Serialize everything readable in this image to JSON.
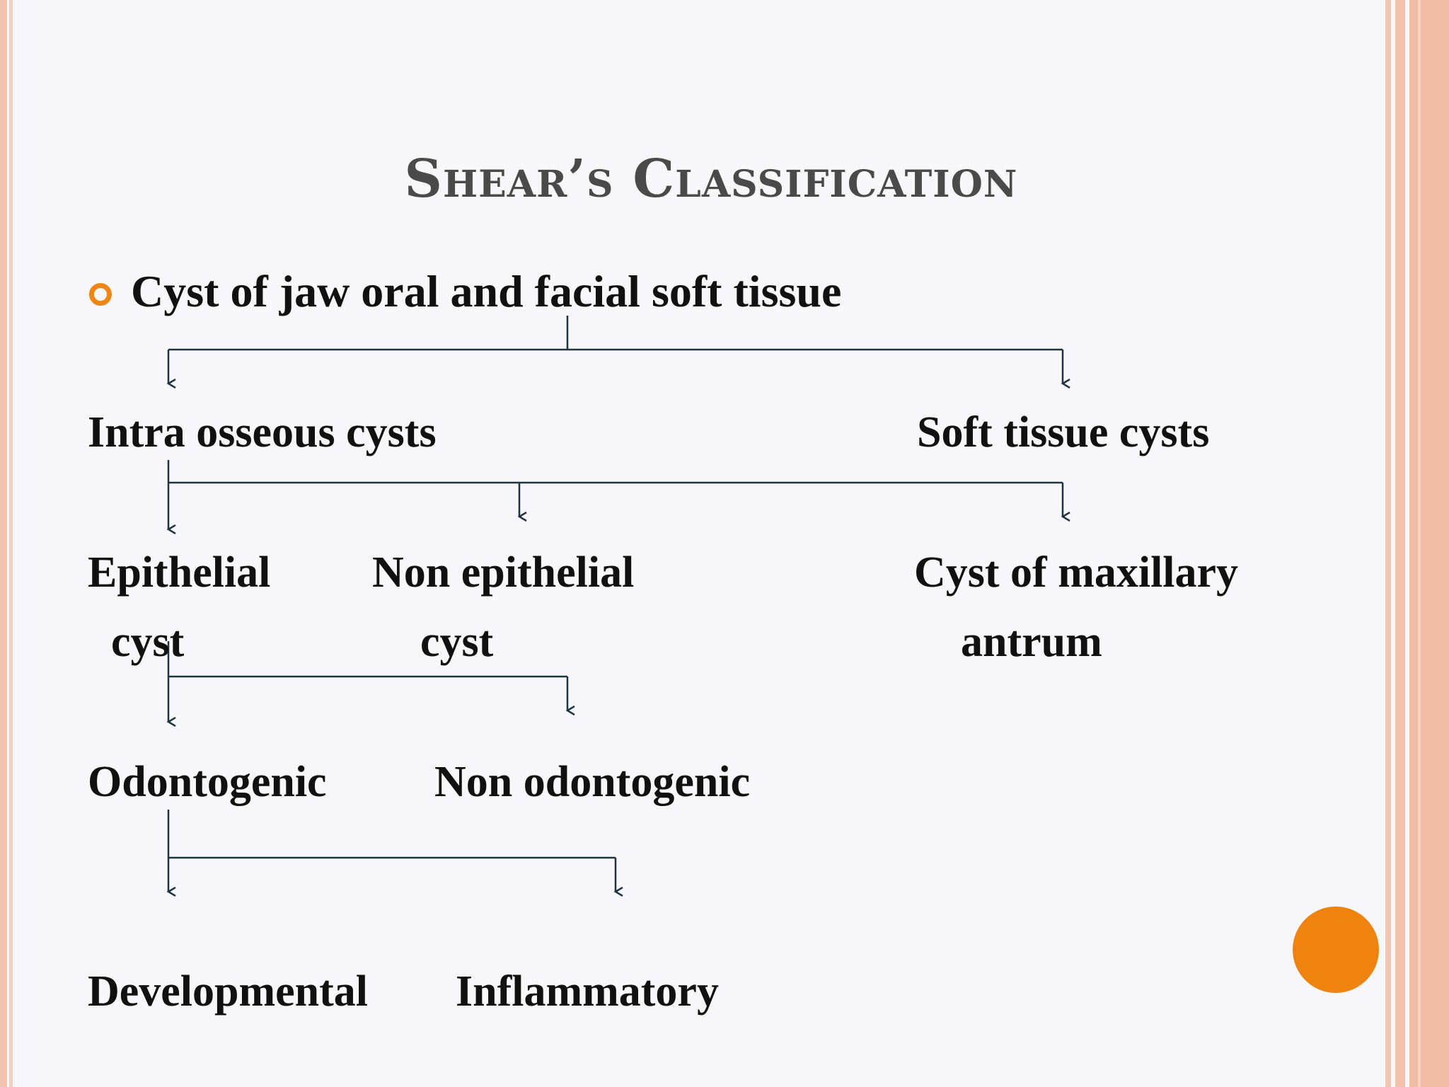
{
  "title": "Shear’s Classification",
  "root": "Cyst of jaw oral and facial soft tissue",
  "level1": {
    "left": "Intra osseous cysts",
    "right": "Soft tissue cysts"
  },
  "level2": {
    "epithelial_line1": "Epithelial",
    "epithelial_line2": "cyst",
    "non_epithelial_line1": "Non epithelial",
    "non_epithelial_line2": "cyst",
    "maxillary_line1": "Cyst of maxillary",
    "maxillary_line2": "antrum"
  },
  "level3": {
    "left": "Odontogenic",
    "right": "Non odontogenic"
  },
  "level4": {
    "left": "Developmental",
    "right": "Inflammatory"
  },
  "colors": {
    "accent": "#ef8310",
    "connector": "#1f3442",
    "border": "#f2c1ad"
  },
  "icons": {
    "bullet": "hollow-circle-bullet-icon",
    "decoration": "orange-circle"
  }
}
